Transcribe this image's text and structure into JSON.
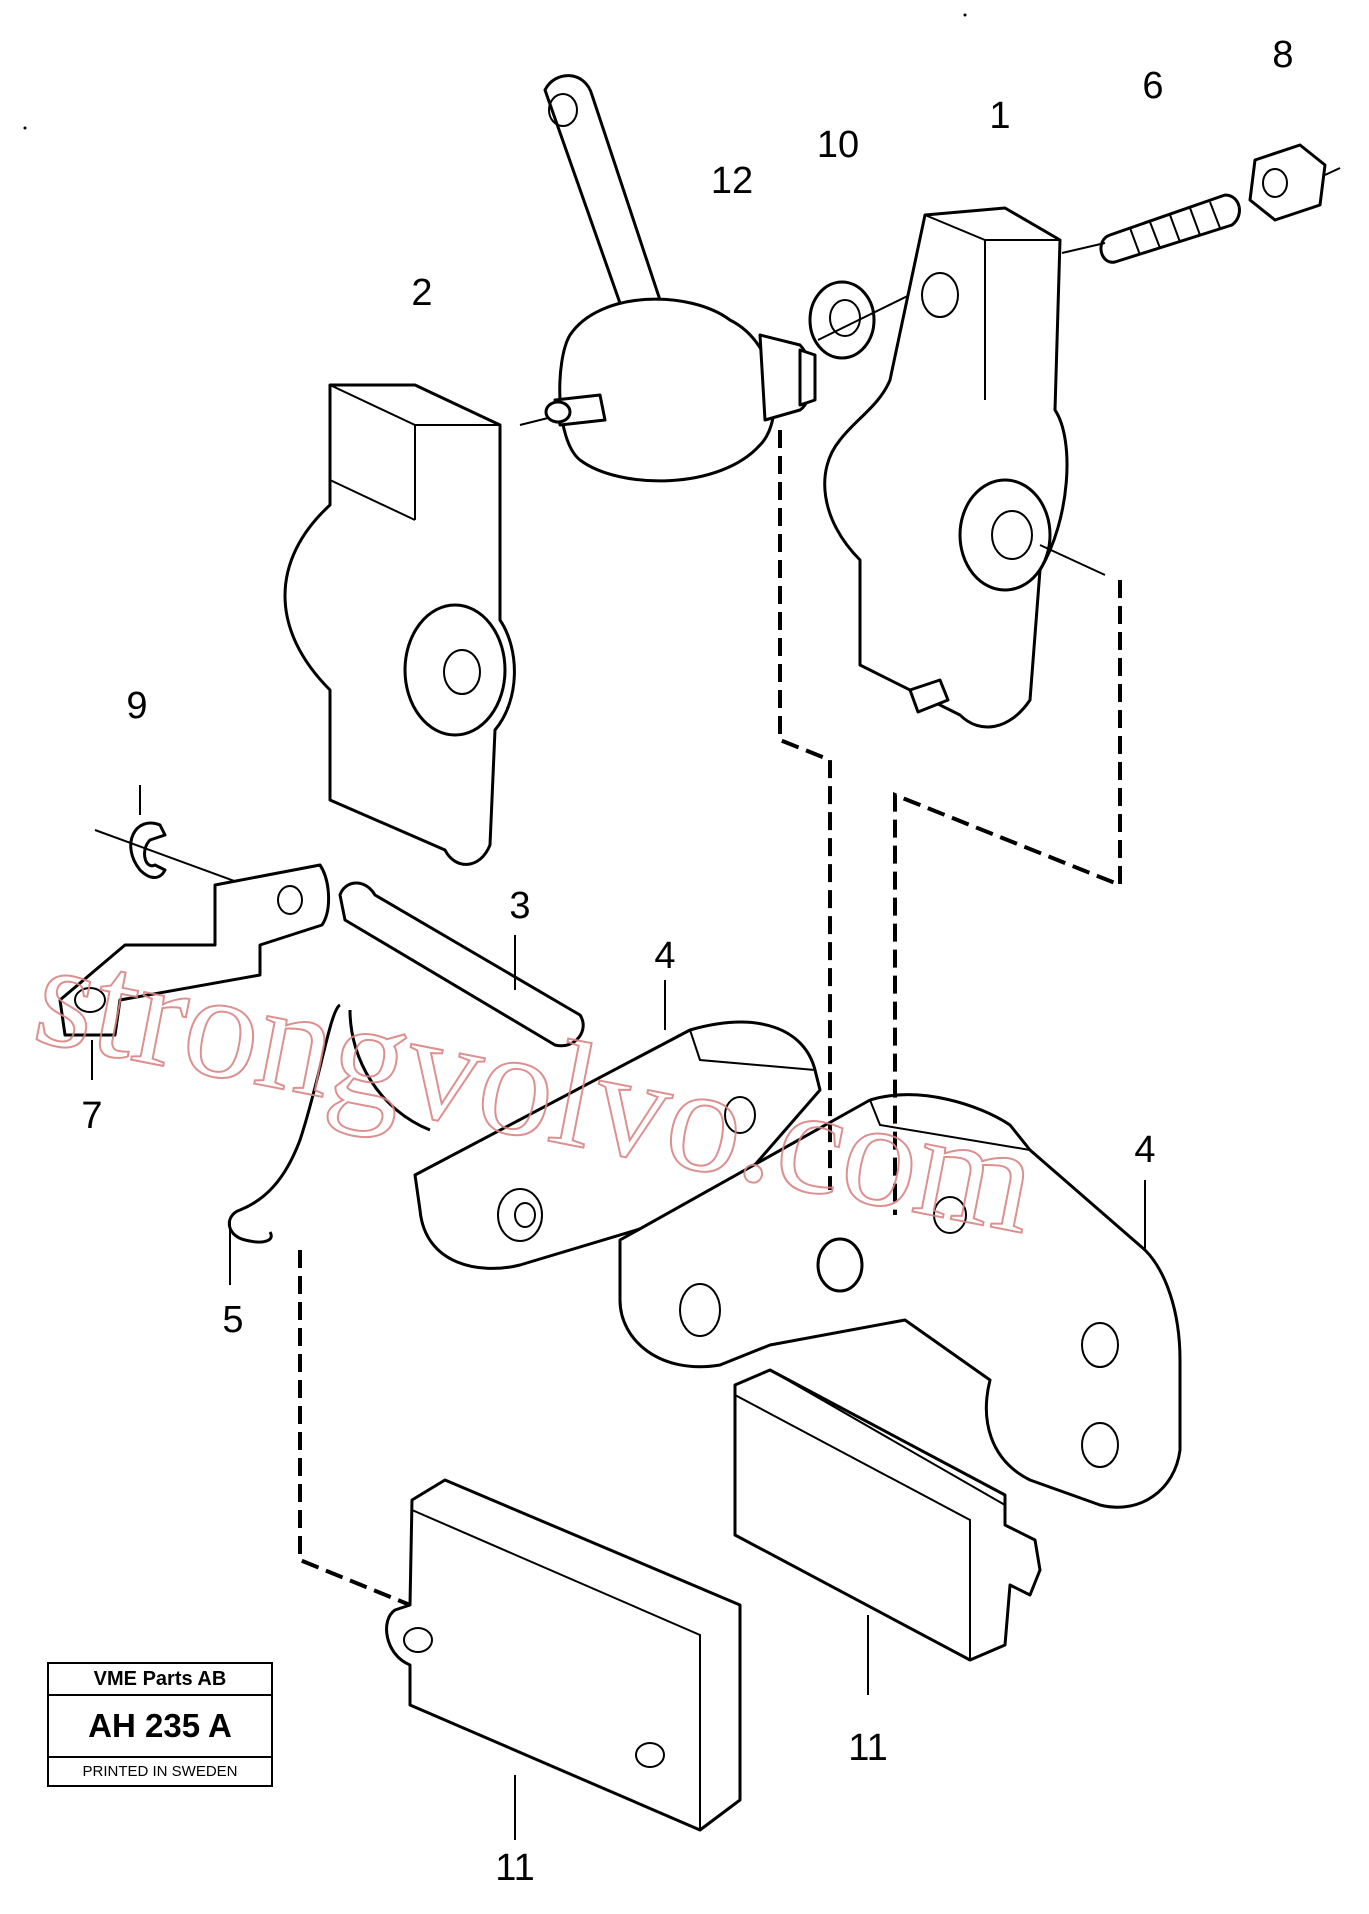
{
  "callouts": {
    "c1": "1",
    "c2": "2",
    "c3": "3",
    "c4a": "4",
    "c4b": "4",
    "c5": "5",
    "c6": "6",
    "c7": "7",
    "c8": "8",
    "c9": "9",
    "c10": "10",
    "c11a": "11",
    "c11b": "11",
    "c12": "12"
  },
  "watermark": "strongvolvo.com",
  "stamp": {
    "company": "VME Parts AB",
    "code": "AH 235 A",
    "printed": "PRINTED IN SWEDEN"
  }
}
